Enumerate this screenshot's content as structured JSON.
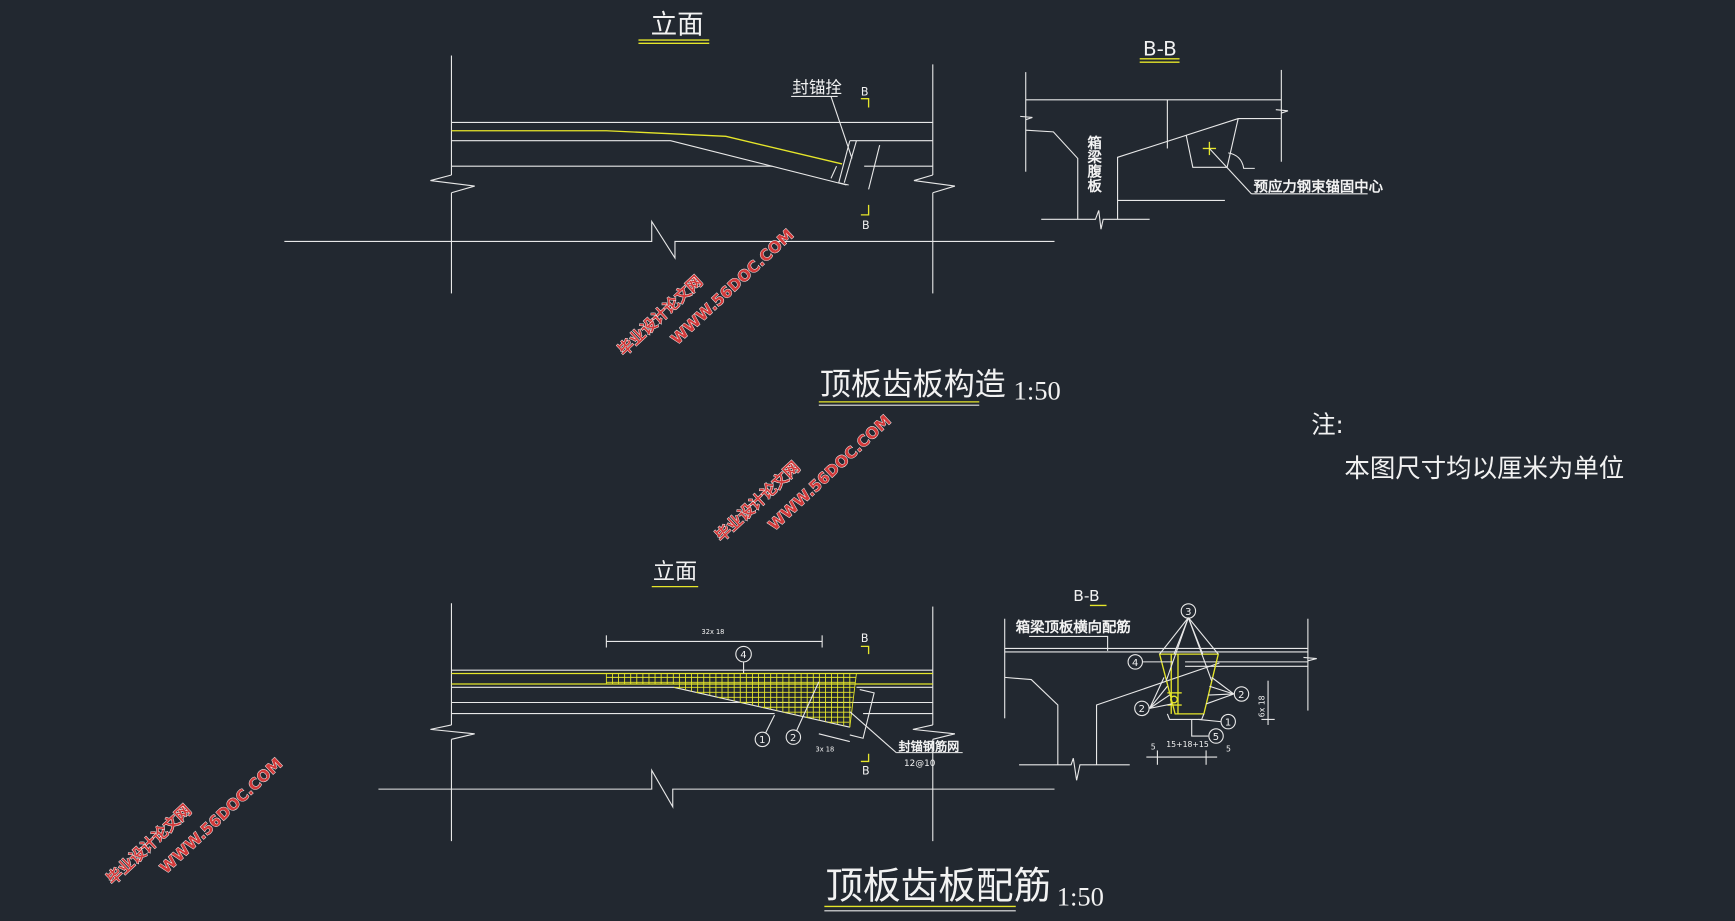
{
  "colors": {
    "background": "#222830",
    "line": "#e8e8e8",
    "rebar": "#e6e62a",
    "watermark": "#d23a3a"
  },
  "top_drawing": {
    "elevation_title": "立面",
    "anchor_label": "封锚拴",
    "section_mark": "B",
    "section_title": "B-B",
    "web_label": "箱梁腹板",
    "anchor_center_label": "预应力钢束锚固中心",
    "title": "顶板齿板构造",
    "scale": "1:50"
  },
  "note": {
    "heading": "注:",
    "text": "本图尺寸均以厘米为单位"
  },
  "bottom_drawing": {
    "elevation_title": "立面",
    "dim_top": "32x 18",
    "dim_small": "3x 18",
    "section_mark": "B",
    "mesh_label": "封锚钢筋网",
    "mesh_spec": "12@10",
    "section_title": "B-B",
    "transverse_label": "箱梁顶板横向配筋",
    "markers": [
      "1",
      "2",
      "3",
      "4",
      "5"
    ],
    "dim_bottom": "15+18+15",
    "dim_edge": "5",
    "dim_vertical": "6x 18",
    "title": "顶板齿板配筋",
    "scale": "1:50"
  },
  "watermark": {
    "site": "WWW.56DOC.COM",
    "name": "毕业设计论文网"
  }
}
